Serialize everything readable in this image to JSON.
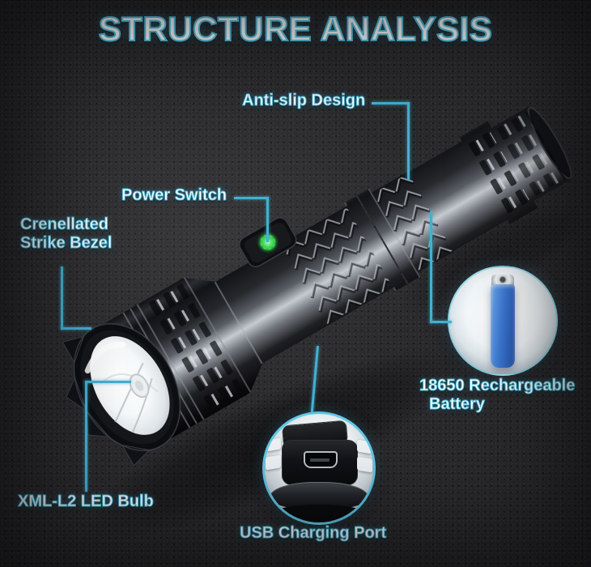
{
  "title": "STRUCTURE ANALYSIS",
  "callouts": {
    "anti_slip": "Anti-slip Design",
    "power_switch": "Power Switch",
    "strike_bezel": "Crenellated Strike Bezel",
    "led_bulb": "XML-L2 LED Bulb",
    "usb_port": "USB Charging Port",
    "battery": "18650 Rechargeable Battery"
  },
  "colors": {
    "background": "#29292c",
    "accent_line": "#44b0d0",
    "label_text": "#ffffff",
    "title_outline": "#58c4e4",
    "battery_blue": "#3e7bd6",
    "power_button_green": "#43d95a"
  }
}
